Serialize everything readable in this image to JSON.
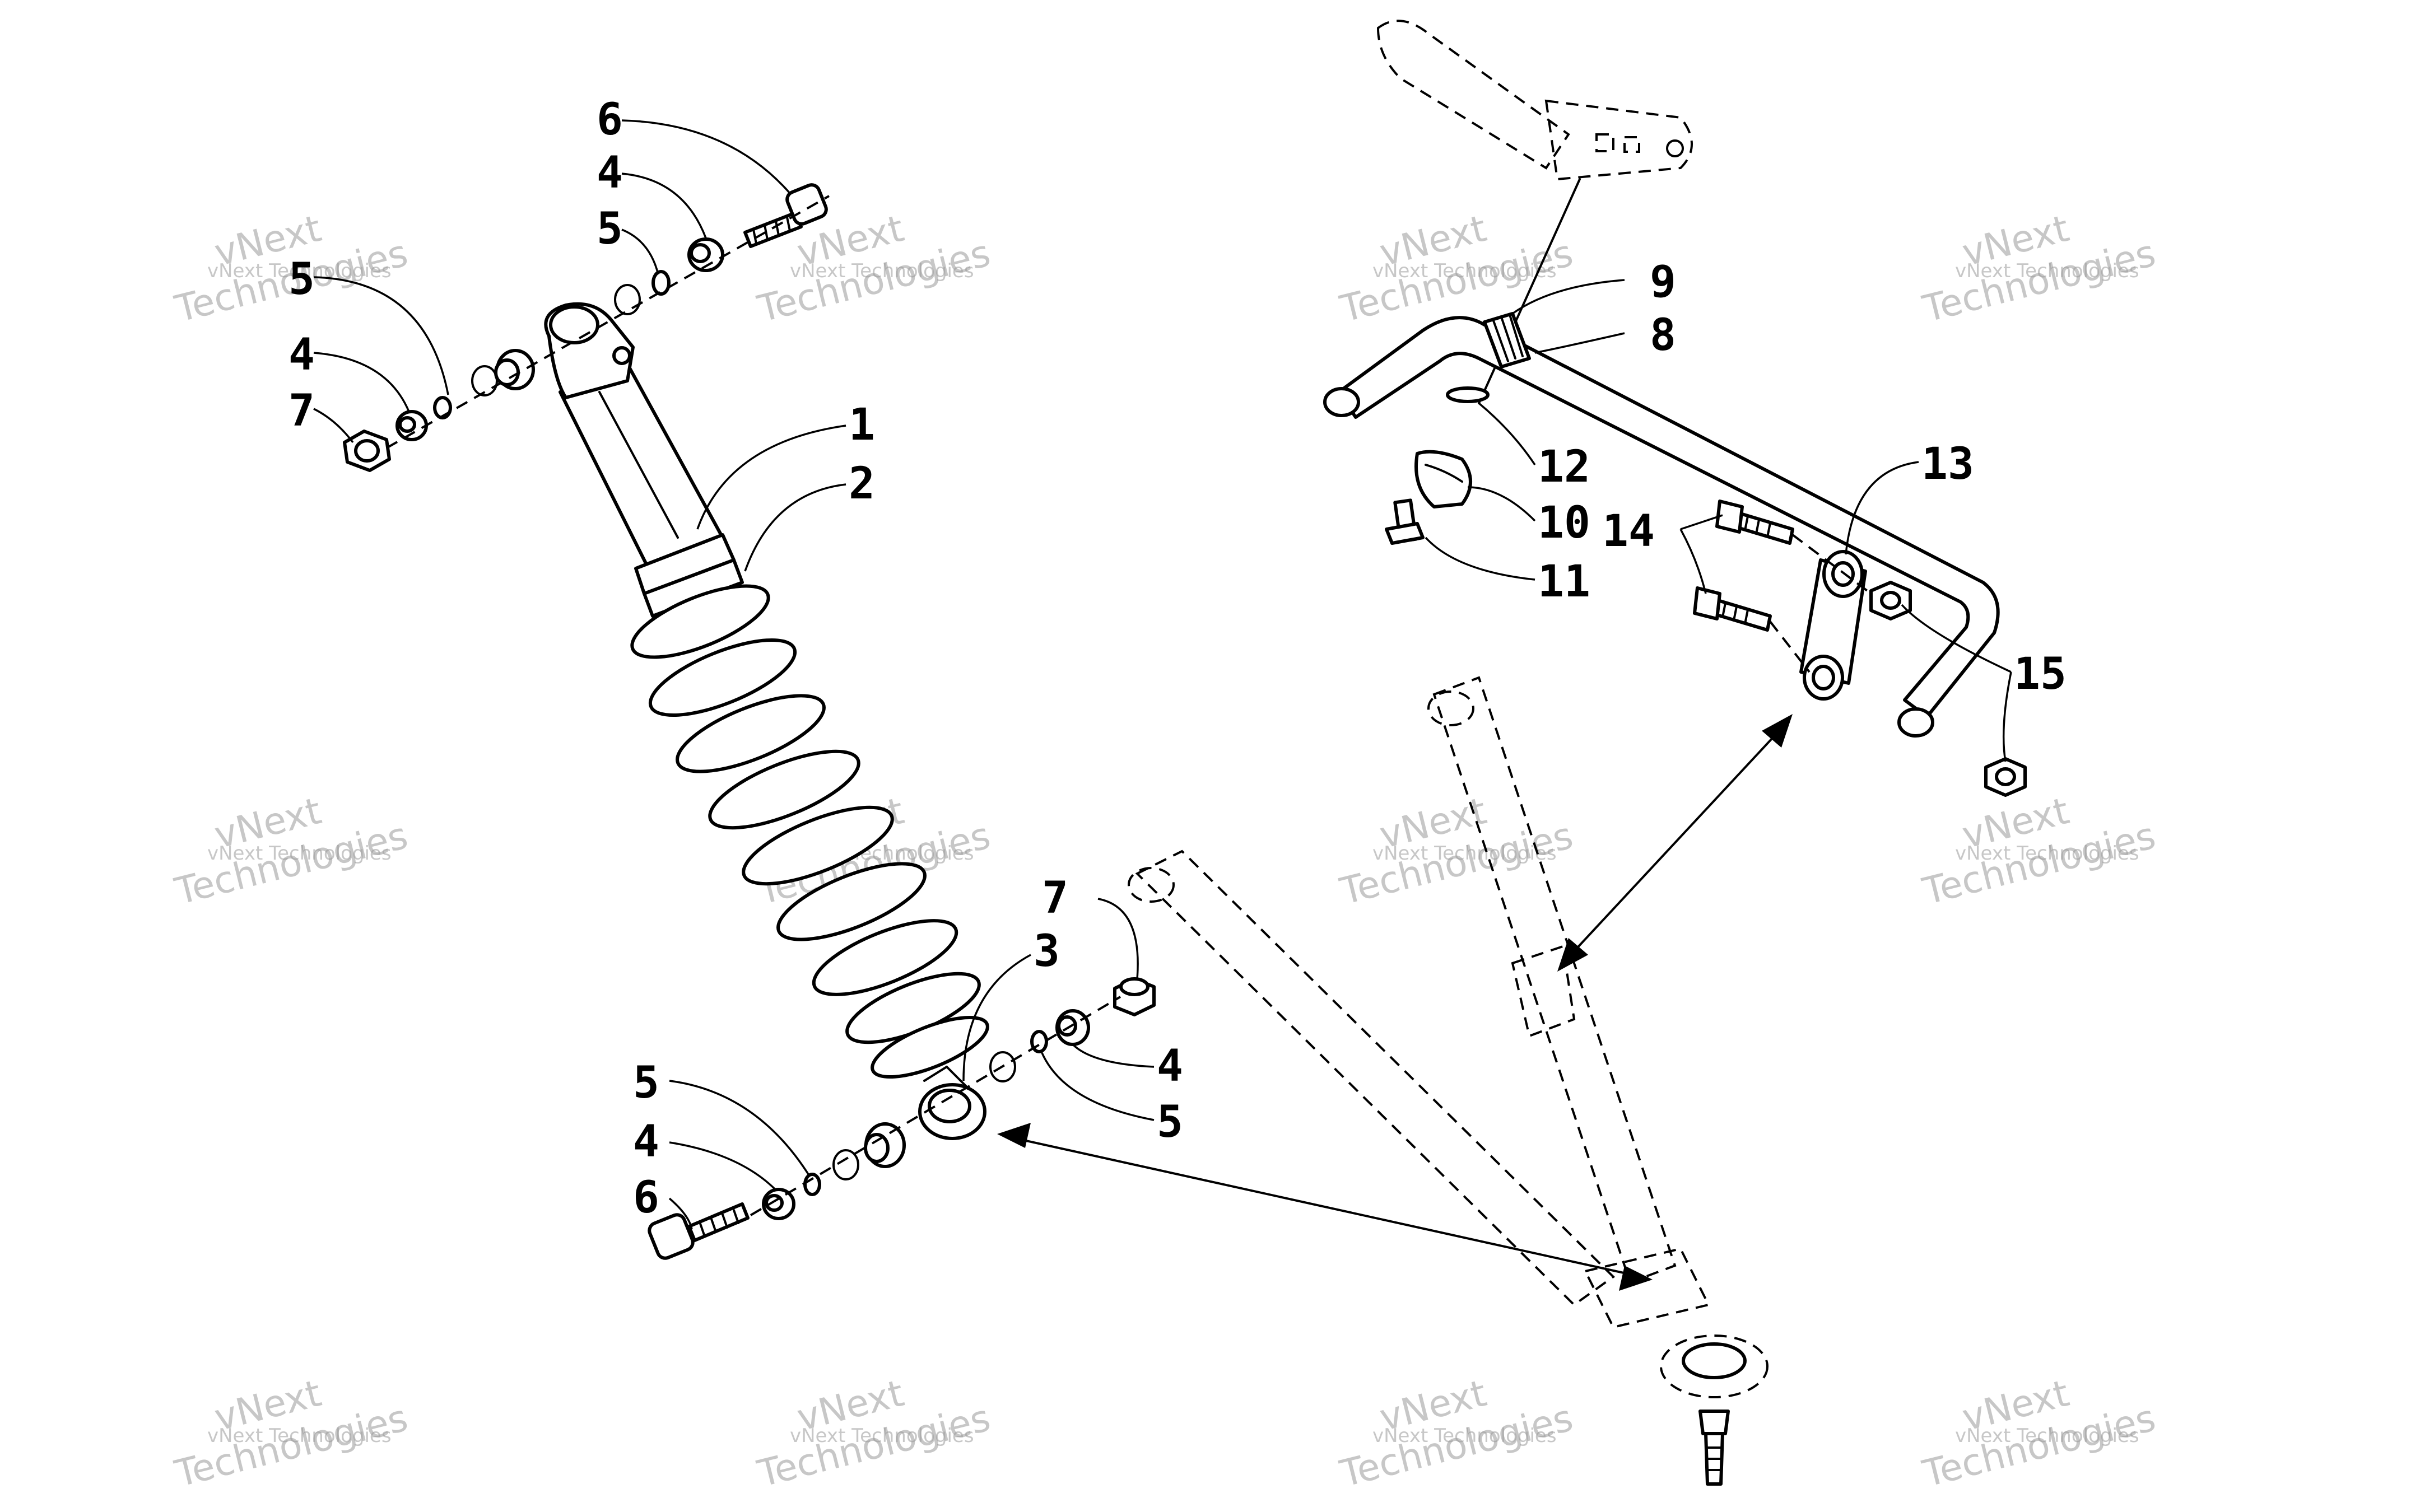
{
  "watermark": {
    "brand_line1": "vNext",
    "brand_line2": "Technologies",
    "caption": "vNext Technologies"
  },
  "callouts": {
    "c1": "1",
    "c2": "2",
    "c3": "3",
    "c4a": "4",
    "c4b": "4",
    "c4c": "4",
    "c4d": "4",
    "c5a": "5",
    "c5b": "5",
    "c5c": "5",
    "c5d": "5",
    "c6a": "6",
    "c6b": "6",
    "c7a": "7",
    "c7b": "7",
    "c8": "8",
    "c9": "9",
    "c10": "10",
    "c11": "11",
    "c12": "12",
    "c13": "13",
    "c14": "14",
    "c15": "15"
  },
  "colors": {
    "ink": "#000000",
    "background": "#ffffff",
    "watermark": "#9a9a9a"
  }
}
